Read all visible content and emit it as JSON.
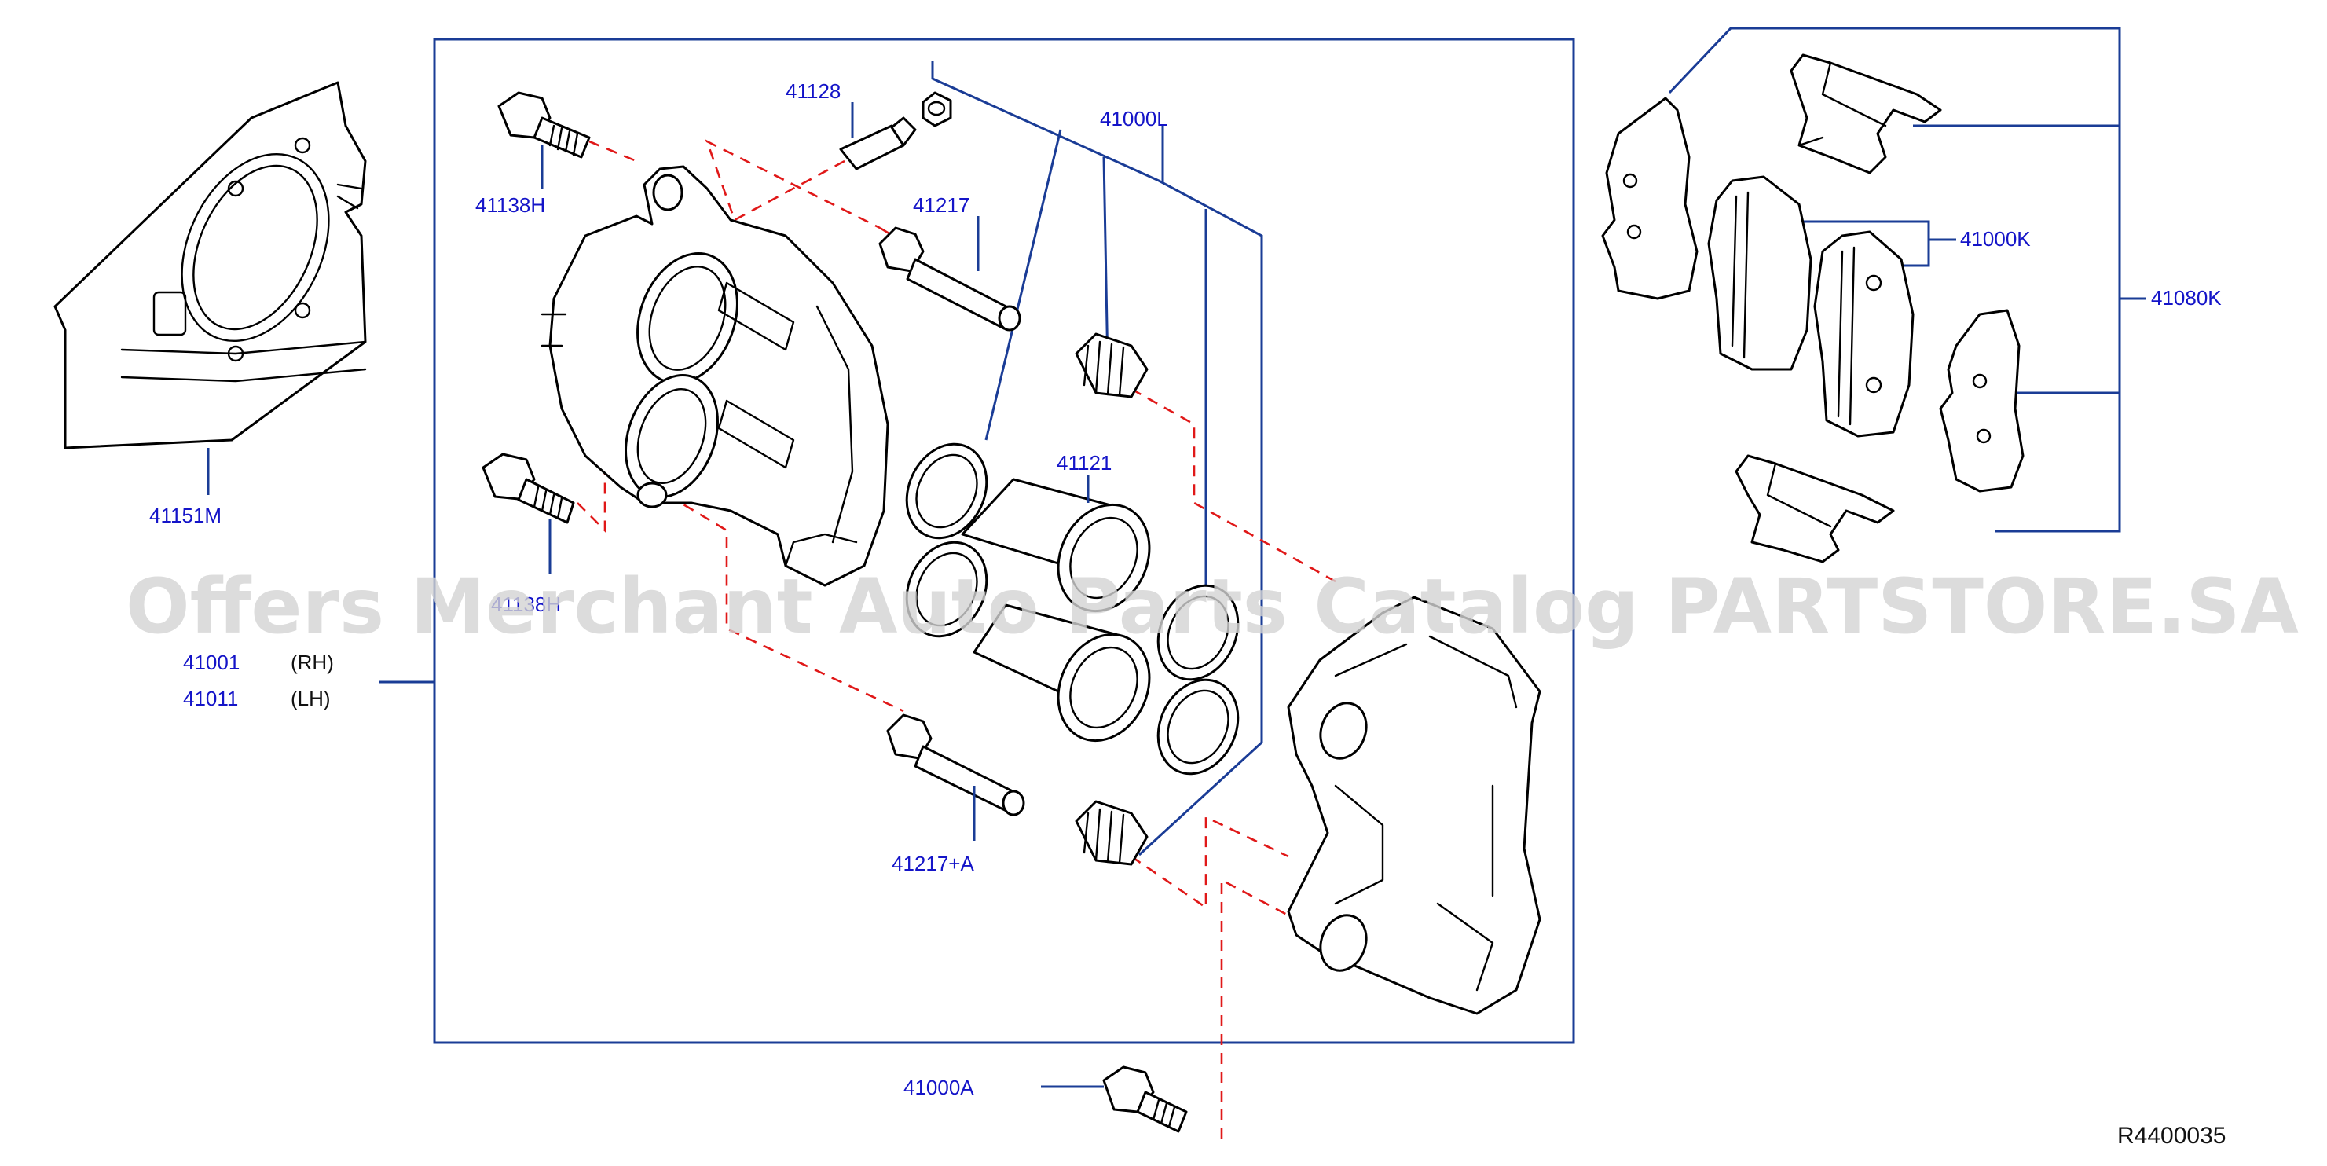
{
  "diagram": {
    "drawing_code": "R4400035",
    "watermark": "Offers Merchant Auto Parts Catalog PARTSTORE.SA",
    "colors": {
      "label": "#1414c8",
      "leader": "#1a3c96",
      "hidden_line": "#e01818",
      "parts": "#000000"
    },
    "parts": [
      {
        "id": "p41151m",
        "number": "41151M",
        "depicts": "brake-baffle-plate"
      },
      {
        "id": "p41138h-top",
        "number": "41138H",
        "depicts": "caliper-bolt"
      },
      {
        "id": "p41138h-bottom",
        "number": "41138H",
        "depicts": "caliper-bolt"
      },
      {
        "id": "p41128",
        "number": "41128",
        "depicts": "bleeder-screw"
      },
      {
        "id": "p41217",
        "number": "41217",
        "depicts": "guide-pin"
      },
      {
        "id": "p41000l",
        "number": "41000L",
        "depicts": "seal-kit"
      },
      {
        "id": "p41121",
        "number": "41121",
        "depicts": "piston"
      },
      {
        "id": "p41217a",
        "number": "41217+A",
        "depicts": "guide-pin"
      },
      {
        "id": "p41000a",
        "number": "41000A",
        "depicts": "torque-member-bolt"
      },
      {
        "id": "p41000k",
        "number": "41000K",
        "depicts": "brake-pad-kit"
      },
      {
        "id": "p41080k",
        "number": "41080K",
        "depicts": "hardware-kit"
      },
      {
        "id": "p41001",
        "number": "41001",
        "side": "(RH)",
        "depicts": "caliper-assembly"
      },
      {
        "id": "p41011",
        "number": "41011",
        "side": "(LH)",
        "depicts": "caliper-assembly"
      }
    ]
  }
}
